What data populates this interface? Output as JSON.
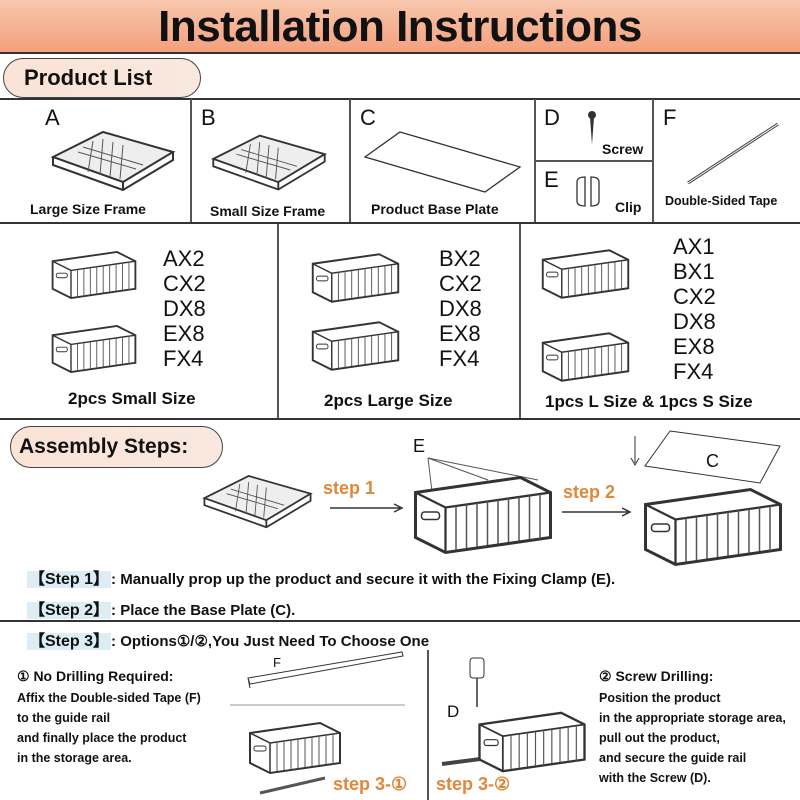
{
  "title": "Installation Instructions",
  "product_list": {
    "heading": "Product List",
    "items": [
      {
        "letter": "A",
        "label": "Large Size Frame"
      },
      {
        "letter": "B",
        "label": "Small Size Frame"
      },
      {
        "letter": "C",
        "label": "Product Base Plate"
      },
      {
        "letter": "D",
        "label": "Screw"
      },
      {
        "letter": "E",
        "label": "Clip"
      },
      {
        "letter": "F",
        "label": "Double-Sided Tape"
      }
    ],
    "packs": [
      {
        "contents": [
          "AX2",
          "CX2",
          "DX8",
          "EX8",
          "FX4"
        ],
        "label": "2pcs Small Size"
      },
      {
        "contents": [
          "BX2",
          "CX2",
          "DX8",
          "EX8",
          "FX4"
        ],
        "label": "2pcs Large Size"
      },
      {
        "contents": [
          "AX1",
          "BX1",
          "CX2",
          "DX8",
          "EX8",
          "FX4"
        ],
        "label": "1pcs L Size & 1pcs S Size"
      }
    ]
  },
  "assembly": {
    "heading": "Assembly Steps:",
    "fig_labels": {
      "e": "E",
      "c": "C",
      "step1": "step 1",
      "step2": "step 2"
    },
    "steps": [
      {
        "label": "【Step 1】",
        "text": ": Manually prop up the product and secure it with the Fixing Clamp (E)."
      },
      {
        "label": "【Step 2】",
        "text": ": Place the Base Plate (C)."
      },
      {
        "label": "【Step 3】",
        "text": ": Options①/②,You Just Need To Choose One"
      }
    ],
    "option1": {
      "title": "① No Drilling Required:",
      "lines": [
        "Affix the Double-sided Tape (F)",
        "to the guide rail",
        "and finally place the product",
        "in the storage area."
      ],
      "fig_label": "F",
      "step": "step 3-①"
    },
    "option2": {
      "title": "② Screw Drilling:",
      "lines": [
        "Position the product",
        "in the appropriate storage area,",
        "pull out the product,",
        "and secure the guide rail",
        "with the Screw (D)."
      ],
      "fig_label": "D",
      "step": "step 3-②"
    }
  }
}
